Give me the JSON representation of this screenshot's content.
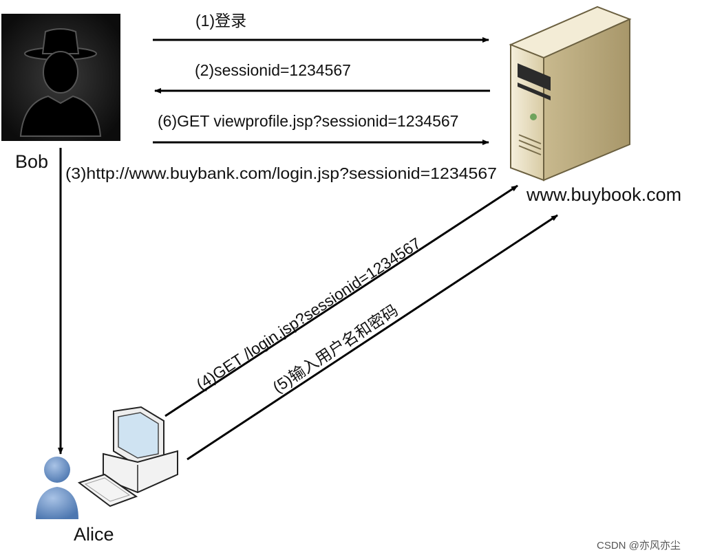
{
  "diagram": {
    "actors": {
      "attacker": "Bob",
      "victim": "Alice",
      "server": "www.buybook.com"
    },
    "steps": {
      "s1": "(1)登录",
      "s2": "(2)sessionid=1234567",
      "s3": "(3)http://www.buybank.com/login.jsp?sessionid=1234567",
      "s4": "(4)GET /login.jsp?sessionid=1234567",
      "s5": "(5)输入用户名和密码",
      "s6": "(6)GET viewprofile.jsp?sessionid=1234567"
    }
  },
  "watermark": "CSDN @亦风亦尘",
  "colors": {
    "arrow": "#000000",
    "attacker_bg": "#1a1a1a",
    "server_body": "#e8dcb8",
    "user_icon": "#6f94c6"
  }
}
